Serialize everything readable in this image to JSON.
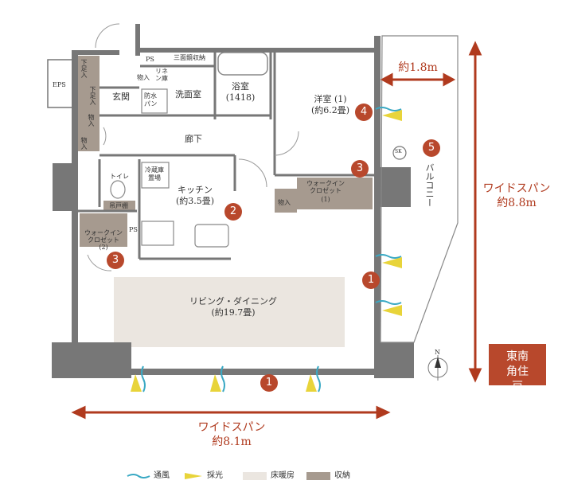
{
  "rooms": {
    "ps_top": "PS",
    "mirror_storage": "三面鏡収納",
    "linen_storage": "リネン庫",
    "storage_washroom": "物入",
    "eps": "EPS",
    "shoe_box_1": "下足入",
    "shoe_box_2": "下足入",
    "storage_a": "物入",
    "storage_b": "物入",
    "entrance": "玄関",
    "waterproof_pan": "防水パン",
    "washroom": "洗面室",
    "bathroom": "浴室",
    "bathroom_size": "(1418)",
    "western_room": "洋室 (1)",
    "western_room_size": "(約6.2畳)",
    "corridor": "廊下",
    "toilet": "トイレ",
    "hanging_cabinet": "吊戸棚",
    "fridge_space": "冷蔵庫置場",
    "kitchen": "キッチン",
    "kitchen_size": "(約3.5畳)",
    "walkin_closet_1": "ウォークインクロゼット",
    "walkin_closet_1_num": "(1)",
    "storage_c": "物入",
    "ps_mid": "PS",
    "walkin_closet_2": "ウォークインクロゼット (2)",
    "sk": "SK",
    "balcony": "バルコニー",
    "living": "リビング・ダイニング",
    "living_size": "(約19.7畳)",
    "north": "N"
  },
  "dimensions": {
    "balcony_width": "約1.8m",
    "right_span_label": "ワイドスパン",
    "right_span_value": "約8.8m",
    "bottom_span_label": "ワイドスパン",
    "bottom_span_value": "約8.1m"
  },
  "badges": [
    "1",
    "1",
    "2",
    "3",
    "3",
    "4",
    "5"
  ],
  "corner_label": "東南角住戸",
  "legend": {
    "ventilation": "通風",
    "daylight": "採光",
    "floor_heating": "床暖房",
    "storage": "収納"
  },
  "colors": {
    "accent": "#b8482c",
    "floor_heating": "#ebe6e0",
    "storage": "#a69a8f",
    "wall": "#777777",
    "ventilation": "#3aa9c4",
    "daylight": "#e8d43a"
  }
}
